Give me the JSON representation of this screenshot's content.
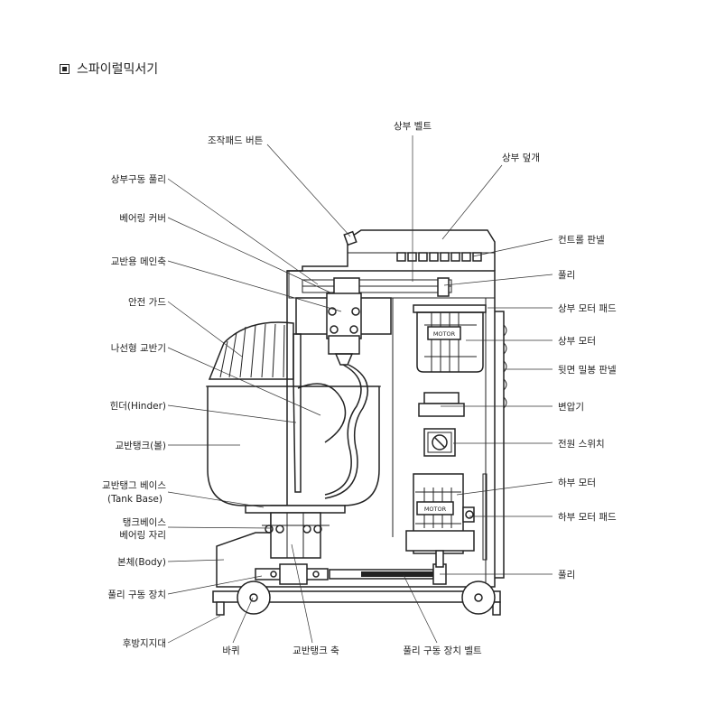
{
  "title": "스파이럴믹서기",
  "labels_left": {
    "control_button": "조작패드 버튼",
    "upper_pulley": "상부구동 풀리",
    "bearing_cover": "베어링 커버",
    "main_shaft": "교반용 메인축",
    "safety_guard": "안전 가드",
    "spiral_hook": "나선형 교반기",
    "hinder": "힌더(Hinder)",
    "bowl": "교반탱크(볼)",
    "tank_base_1": "교반탱그 베이스",
    "tank_base_2": "(Tank Base)",
    "tank_bearing_1": "탱크베이스",
    "tank_bearing_2": "베어링 자리",
    "body": "본체(Body)",
    "pulley_drive": "풀리 구동 장치",
    "rear_support": "후방지지대"
  },
  "labels_top": {
    "upper_belt": "상부 벨트",
    "upper_cover": "상부 덮개"
  },
  "labels_right": {
    "control_panel": "컨트롤 판넬",
    "pulley_top": "풀리",
    "upper_motor_pad": "상부 모터 패드",
    "upper_motor": "상부 모터",
    "rear_panel": "뒷면 밀봉 판넬",
    "transformer": "변압기",
    "power_switch": "전원 스위치",
    "lower_motor": "하부 모터",
    "lower_motor_pad": "하부 모터 패드",
    "pulley_bottom": "풀리"
  },
  "labels_bottom": {
    "wheel": "바퀴",
    "tank_shaft": "교반탱크 축",
    "drive_belt": "풀리 구동 장치 벨트"
  },
  "motor_text": {
    "upper": "MOTOR",
    "lower": "MOTOR"
  }
}
